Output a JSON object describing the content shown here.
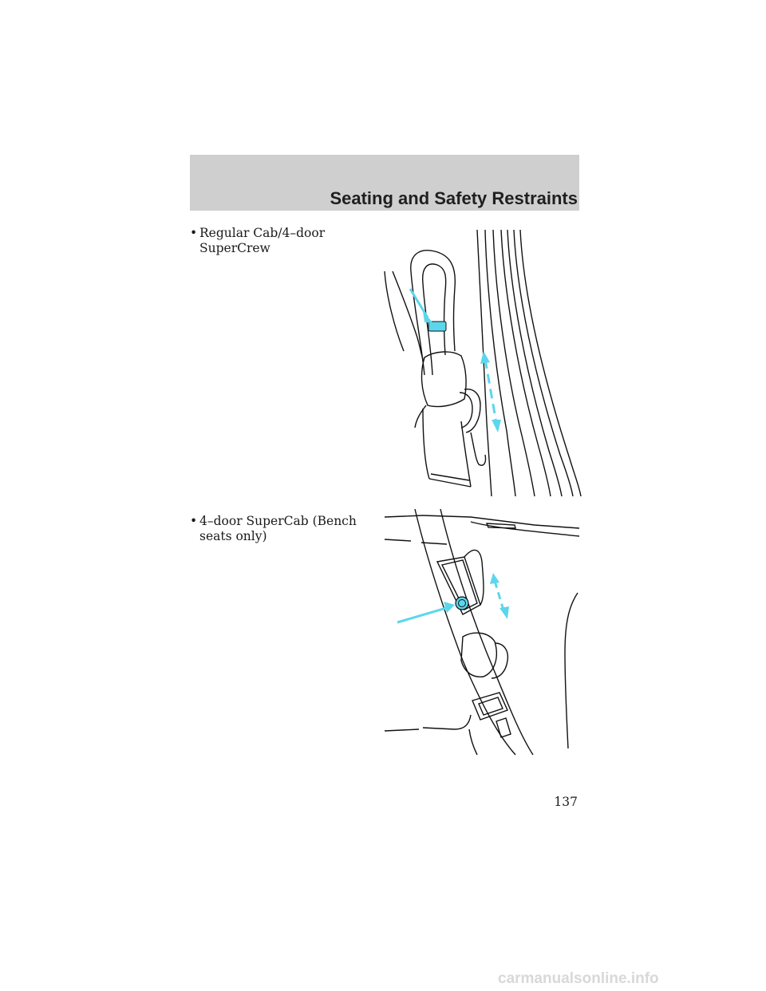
{
  "header": {
    "section_title": "Seating and Safety Restraints"
  },
  "content": {
    "items": [
      {
        "bullet": "•",
        "text": "Regular Cab/4–door SuperCrew"
      },
      {
        "bullet": "•",
        "text": "4–door SuperCab (Bench seats only)"
      }
    ]
  },
  "figures": {
    "figure1": {
      "subject": "shoulder belt height adjuster on pillar",
      "accent_color": "#5cd6ec"
    },
    "figure2": {
      "subject": "shoulder belt height adjuster with release button",
      "accent_color": "#5cd6ec"
    }
  },
  "footer": {
    "page_number": "137",
    "watermark": "carmanualsonline.info"
  },
  "colors": {
    "header_band": "#cfcfcf",
    "arrow_accent": "#5cd6ec",
    "line_art": "#111111"
  }
}
